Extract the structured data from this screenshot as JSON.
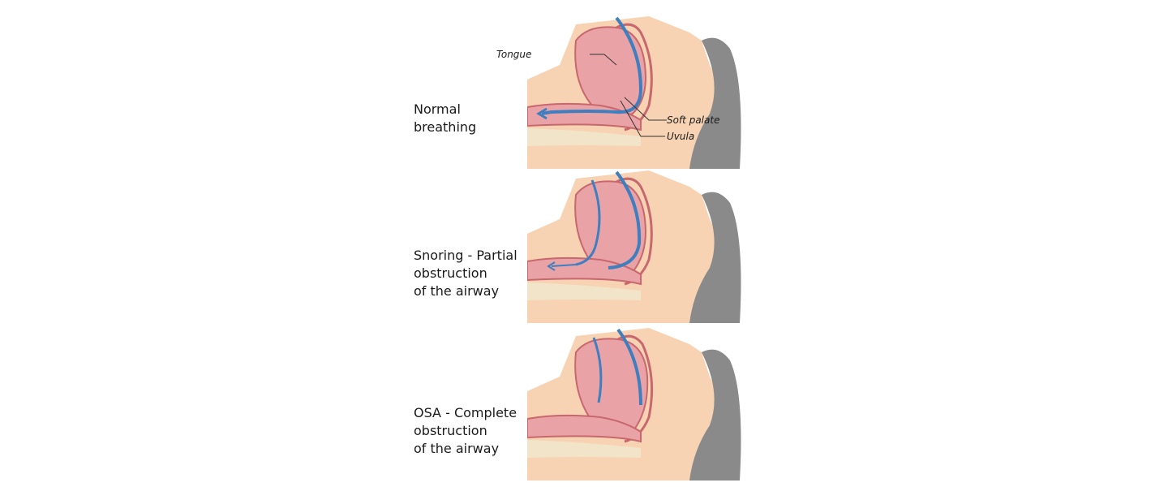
{
  "panels": [
    {
      "id": "normal",
      "label_lines": [
        "Normal",
        "breathing"
      ]
    },
    {
      "id": "snoring",
      "label_lines": [
        "Snoring - Partial",
        "obstruction",
        "of the airway"
      ]
    },
    {
      "id": "osa",
      "label_lines": [
        "OSA - Complete",
        "obstruction",
        "of the airway"
      ]
    }
  ],
  "annotations": {
    "tongue": "Tongue",
    "soft_palate": "Soft palate",
    "uvula": "Uvula"
  },
  "colors": {
    "skin": "#f7d3b4",
    "head_shadow": "#8a8a8a",
    "tissue": "#e9a3a6",
    "tissue_dark": "#c8676d",
    "airflow": "#3f7fbf",
    "bone": "#f1e4c9"
  }
}
